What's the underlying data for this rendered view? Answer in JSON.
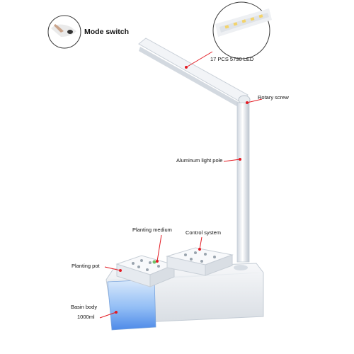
{
  "callouts": {
    "mode_switch": "Mode switch",
    "led": "17 PCS 5730 LED",
    "rotary_screw": "Rotary screw",
    "light_pole": "Aluminum light pole",
    "planting_medium": "Planting medium",
    "control_system": "Control system",
    "planting_pot": "Planting pot",
    "basin_body": "Basin body",
    "capacity": "1000ml"
  },
  "colors": {
    "callout_line": "#e31b23",
    "water_tank": "#9fc6f5",
    "led_yellow": "#f3d36a"
  }
}
